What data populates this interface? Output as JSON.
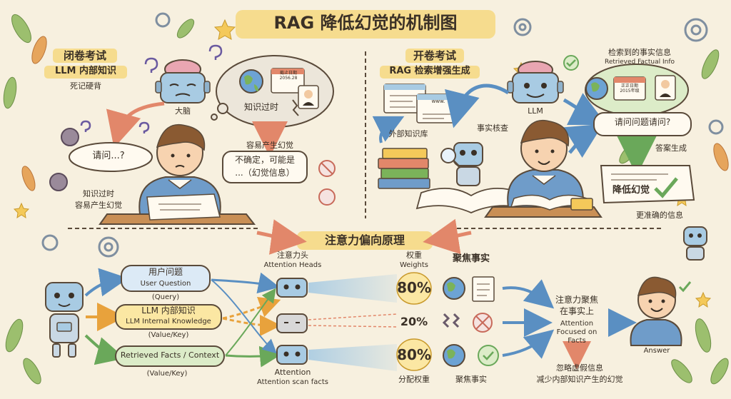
{
  "title": "RAG 降低幻觉的机制图",
  "left": {
    "heading": "闭卷考试",
    "subheading": "LLM 内部知识",
    "note": "死记硬背",
    "brain_label": "大脑",
    "outdated": "知识过时",
    "prone": "容易产生幻觉",
    "calendar_text": "截止日期\n2056.28",
    "question": "请问...?",
    "uncertain_line1": "不确定，可能是",
    "uncertain_line2": "...（幻觉信息）",
    "bottom_line1": "知识过时",
    "bottom_line2": "容易产生幻觉"
  },
  "right": {
    "heading": "开卷考试",
    "subheading": "RAG 检索增强生成",
    "retrieved_title": "检索到的事实信息",
    "retrieved_title_en": "Retrieved Factual Info",
    "calendar_text": "正正日期\n2015年级",
    "llm_label": "LLM",
    "fact_check": "事实核查",
    "external_kb": "外部知识库",
    "www": "www.",
    "question": "请问问题请问?",
    "answer_gen": "答案生成",
    "reduce": "降低幻觉",
    "more_accurate": "更准确的信息"
  },
  "bottom": {
    "heading": "注意力偏向原理",
    "heads_label": "注意力头",
    "heads_label_en": "Attention Heads",
    "weights_label": "权重",
    "weights_label_en": "Weights",
    "focus_label": "聚焦事实",
    "inputs": [
      {
        "zh": "用户问题",
        "en": "User Question",
        "role": "(Query)"
      },
      {
        "zh": "LLM 内部知识",
        "en": "LLM Internal Knowledge",
        "role": "(Value/Key)"
      },
      {
        "zh": "Retrieved Facts / Context",
        "en": "",
        "role": "(Value/Key)"
      }
    ],
    "weights": [
      "80%",
      "20%",
      "80%"
    ],
    "attention_zh": "Attention",
    "attention_en": "Attention scan facts",
    "assign_weights": "分配权重",
    "focus_bottom": "聚焦事实",
    "focus_on_zh1": "注意力聚焦",
    "focus_on_zh2": "在事实上",
    "focus_on_en1": "Attention",
    "focus_on_en2": "Focused on",
    "focus_on_en3": "Facts",
    "answer": "Answer",
    "ignore1": "忽略虚假信息",
    "ignore2": "减少内部知识产生的幻觉"
  },
  "colors": {
    "bg": "#f7f0df",
    "title_bg": "#f6dc8e",
    "highlight": "#f6dc8e",
    "blue_box": "#dceaf6",
    "yellow_box": "#fbe7a3",
    "green_box": "#dcecc8",
    "arrow_red": "#e2876a",
    "arrow_blue": "#5a8fc2",
    "arrow_green": "#6aa85a",
    "robot": "#a8cbe3",
    "brain": "#e9a6b2",
    "hair": "#8a5a32",
    "shirt": "#6f9cc9"
  }
}
